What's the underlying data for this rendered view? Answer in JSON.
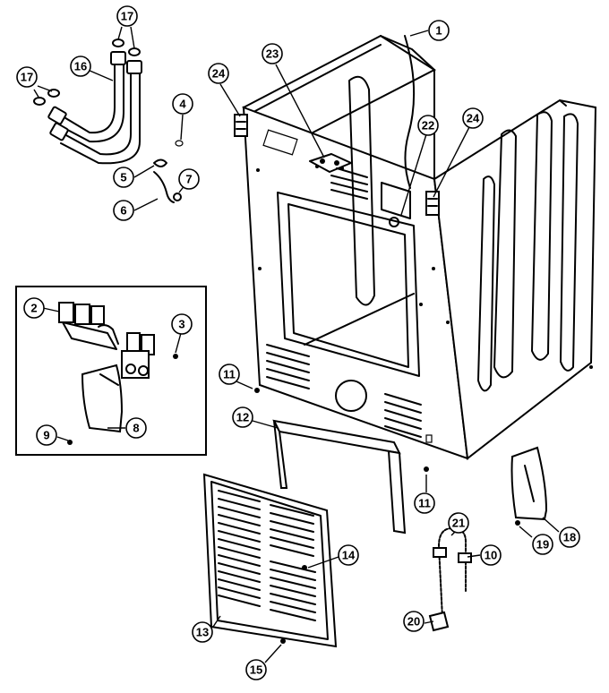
{
  "callouts": [
    {
      "id": "1",
      "label": "1"
    },
    {
      "id": "2",
      "label": "2"
    },
    {
      "id": "3",
      "label": "3"
    },
    {
      "id": "4",
      "label": "4"
    },
    {
      "id": "5",
      "label": "5"
    },
    {
      "id": "6",
      "label": "6"
    },
    {
      "id": "7",
      "label": "7"
    },
    {
      "id": "8",
      "label": "8"
    },
    {
      "id": "9",
      "label": "9"
    },
    {
      "id": "10",
      "label": "10"
    },
    {
      "id": "11a",
      "label": "11"
    },
    {
      "id": "11b",
      "label": "11"
    },
    {
      "id": "12",
      "label": "12"
    },
    {
      "id": "13",
      "label": "13"
    },
    {
      "id": "14",
      "label": "14"
    },
    {
      "id": "15",
      "label": "15"
    },
    {
      "id": "16",
      "label": "16"
    },
    {
      "id": "17a",
      "label": "17"
    },
    {
      "id": "17b",
      "label": "17"
    },
    {
      "id": "18",
      "label": "18"
    },
    {
      "id": "19",
      "label": "19"
    },
    {
      "id": "20",
      "label": "20"
    },
    {
      "id": "21",
      "label": "21"
    },
    {
      "id": "22",
      "label": "22"
    },
    {
      "id": "23",
      "label": "23"
    },
    {
      "id": "24a",
      "label": "24"
    },
    {
      "id": "24b",
      "label": "24"
    }
  ]
}
